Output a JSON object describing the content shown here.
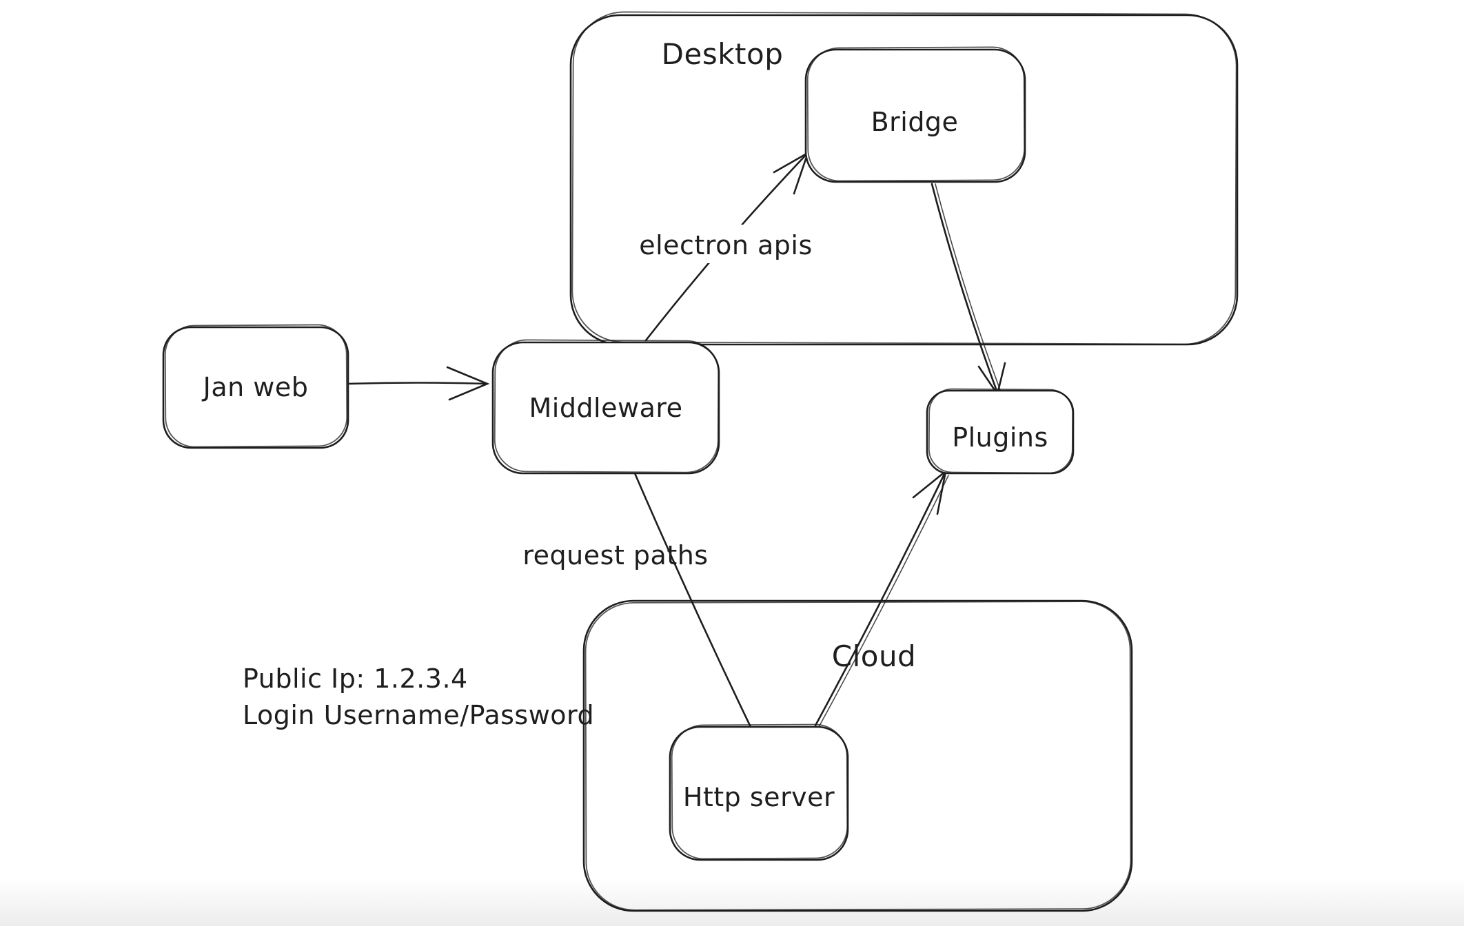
{
  "colors": {
    "stroke": "#1e1e1e",
    "background": "#ffffff",
    "footer_fade": "#ededed"
  },
  "diagram": {
    "containers": [
      {
        "id": "desktop",
        "label": "Desktop"
      },
      {
        "id": "cloud",
        "label": "Cloud"
      }
    ],
    "nodes": [
      {
        "id": "jan-web",
        "label": "Jan web"
      },
      {
        "id": "middleware",
        "label": "Middleware"
      },
      {
        "id": "bridge",
        "label": "Bridge"
      },
      {
        "id": "plugins",
        "label": "Plugins"
      },
      {
        "id": "http-server",
        "label": "Http server"
      }
    ],
    "edges": [
      {
        "from": "jan-web",
        "to": "middleware",
        "label": "",
        "arrowhead": true
      },
      {
        "from": "middleware",
        "to": "bridge",
        "label": "electron apis",
        "arrowhead": true
      },
      {
        "from": "bridge",
        "to": "plugins",
        "label": "",
        "arrowhead": true
      },
      {
        "from": "middleware",
        "to": "http-server",
        "label": "request paths",
        "arrowhead": false
      },
      {
        "from": "http-server",
        "to": "plugins",
        "label": "",
        "arrowhead": true
      }
    ],
    "annotations": [
      {
        "id": "cloud-credentials",
        "lines": [
          "Public Ip: 1.2.3.4",
          "Login Username/Password"
        ]
      }
    ]
  }
}
